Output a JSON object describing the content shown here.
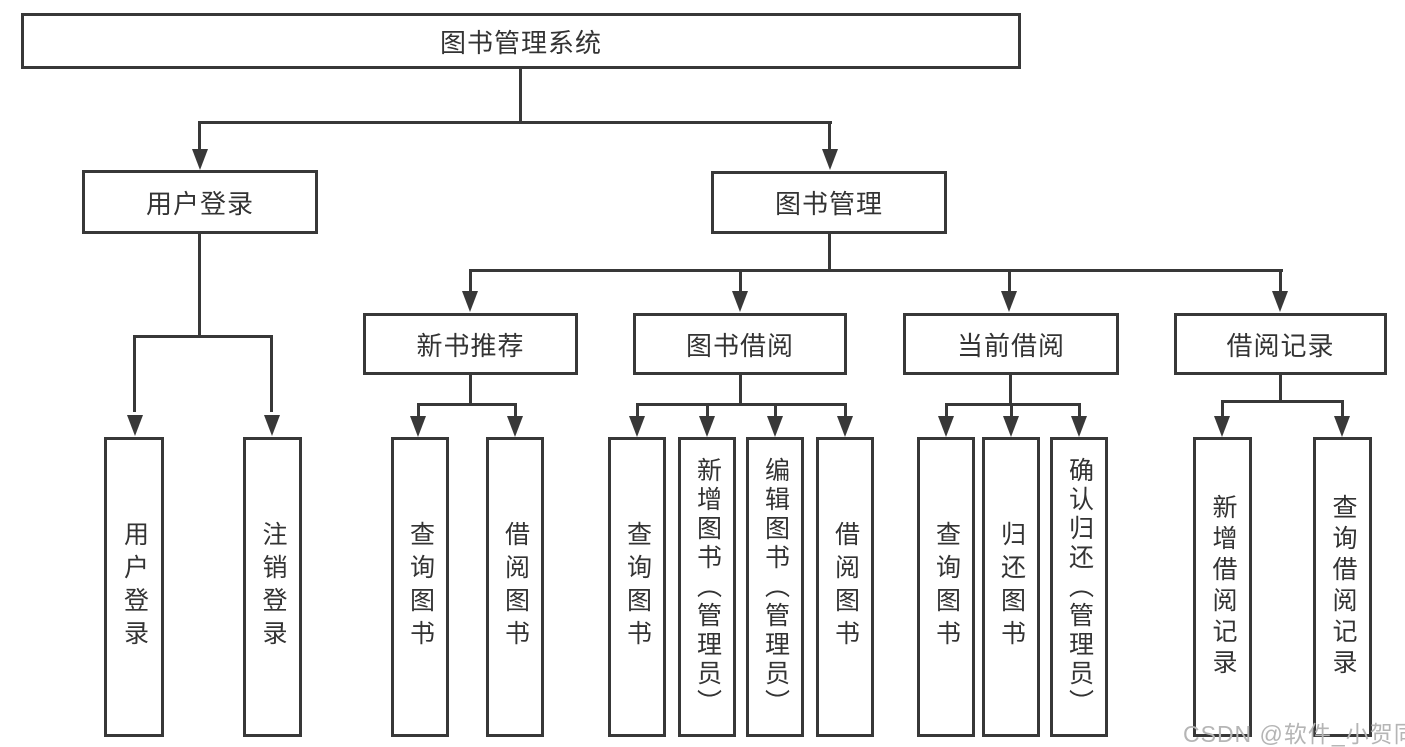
{
  "tree": {
    "root": {
      "label": "图书管理系统"
    },
    "branches": [
      {
        "label": "用户登录",
        "children": [
          {
            "label": "用户登录"
          },
          {
            "label": "注销登录"
          }
        ]
      },
      {
        "label": "图书管理",
        "children": [
          {
            "label": "新书推荐",
            "children": [
              {
                "label": "查询图书"
              },
              {
                "label": "借阅图书"
              }
            ]
          },
          {
            "label": "图书借阅",
            "children": [
              {
                "label": "查询图书"
              },
              {
                "label": "新增图书（管理员）"
              },
              {
                "label": "编辑图书（管理员）"
              },
              {
                "label": "借阅图书"
              }
            ]
          },
          {
            "label": "当前借阅",
            "children": [
              {
                "label": "查询图书"
              },
              {
                "label": "归还图书"
              },
              {
                "label": "确认归还（管理员）"
              }
            ]
          },
          {
            "label": "借阅记录",
            "children": [
              {
                "label": "新增借阅记录"
              },
              {
                "label": "查询借阅记录"
              }
            ]
          }
        ]
      }
    ]
  },
  "watermark": "CSDN @软件_小贺同学",
  "colors": {
    "line": "#383838",
    "text": "#333333",
    "box_fill": "#ffffff",
    "watermark": "#b5b5b5",
    "background": "#ffffff"
  }
}
